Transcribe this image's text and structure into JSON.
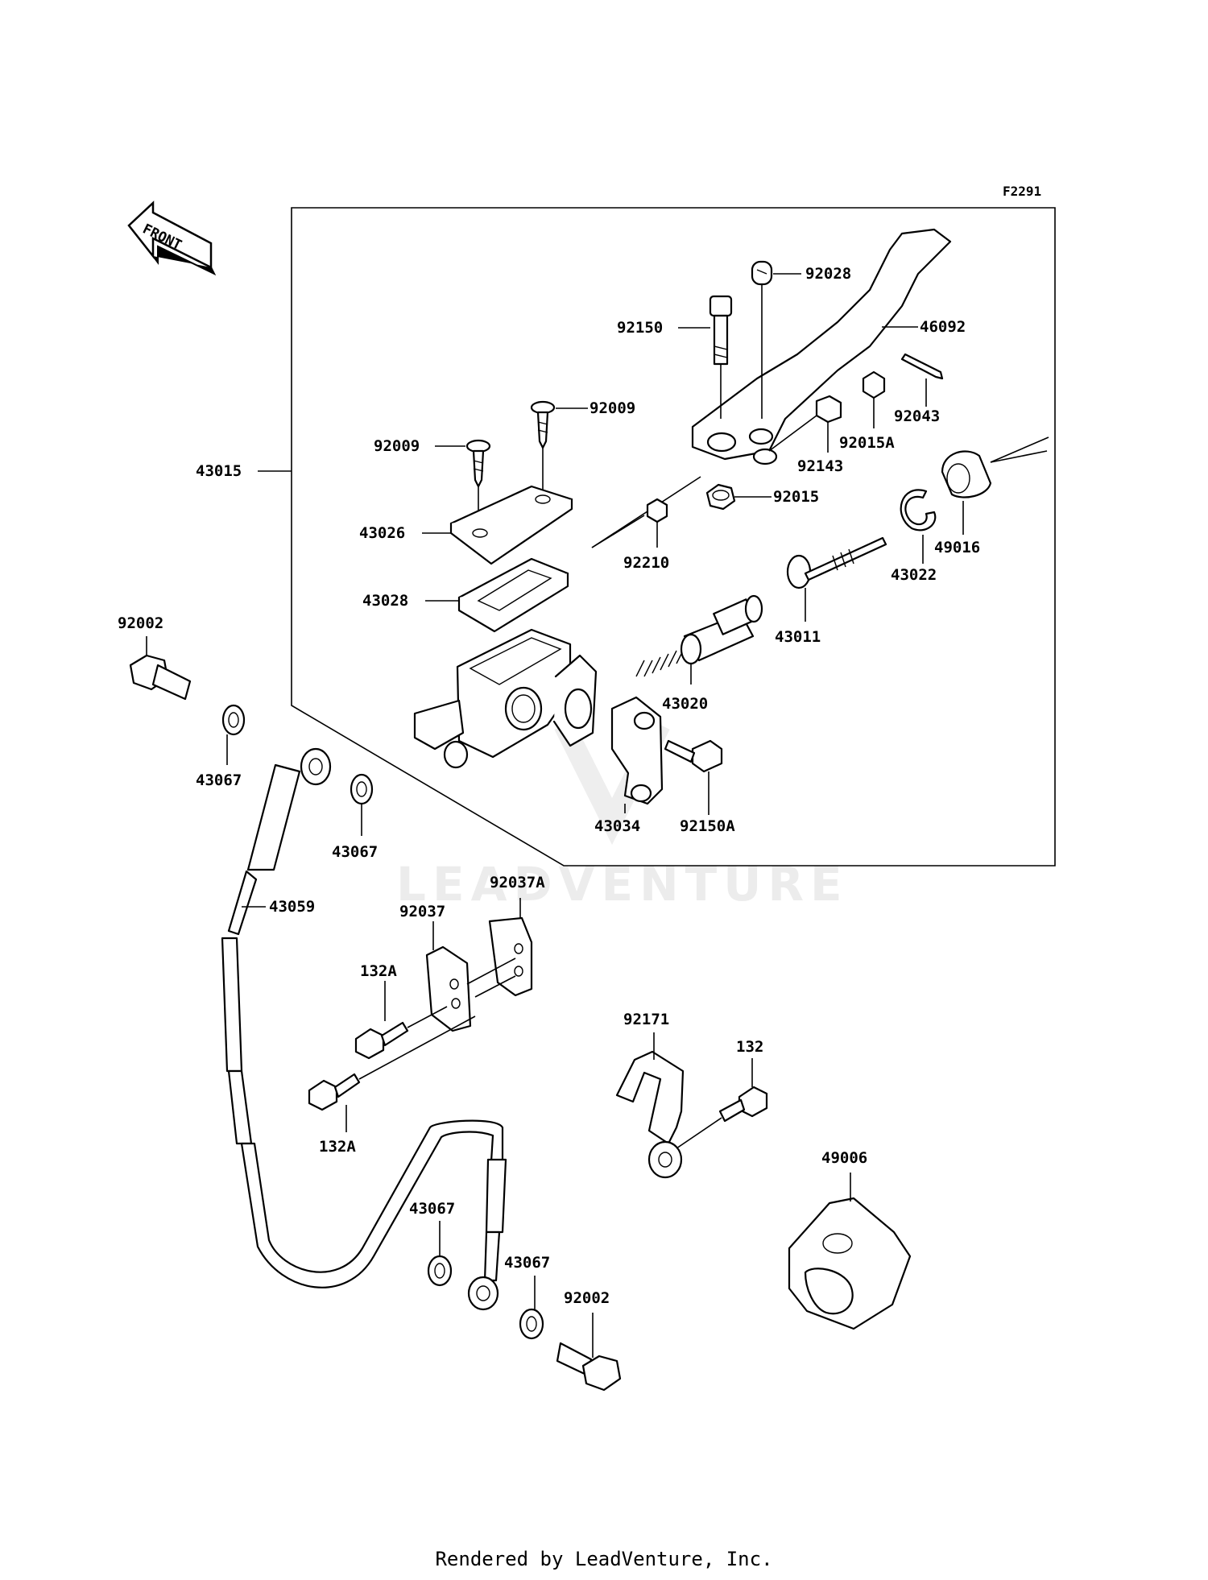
{
  "figure_code": "F2291",
  "direction_tag": "FRONT",
  "watermark": "LEADVENTURE",
  "footer": "Rendered by LeadVenture, Inc.",
  "parts": {
    "p43015": "43015",
    "p92028": "92028",
    "p92150": "92150",
    "p46092": "46092",
    "p92009_a": "92009",
    "p92009_b": "92009",
    "p92043": "92043",
    "p92015A": "92015A",
    "p92143": "92143",
    "p92015": "92015",
    "p43026": "43026",
    "p92210": "92210",
    "p49016": "49016",
    "p43022": "43022",
    "p43028": "43028",
    "p43011": "43011",
    "p92002_a": "92002",
    "p43020": "43020",
    "p43034": "43034",
    "p92150A": "92150A",
    "p43067_a": "43067",
    "p43067_b": "43067",
    "p92037A": "92037A",
    "p43059": "43059",
    "p92037": "92037",
    "p132A_a": "132A",
    "p132A_b": "132A",
    "p92171": "92171",
    "p132": "132",
    "p49006": "49006",
    "p43067_c": "43067",
    "p43067_d": "43067",
    "p92002_b": "92002"
  }
}
